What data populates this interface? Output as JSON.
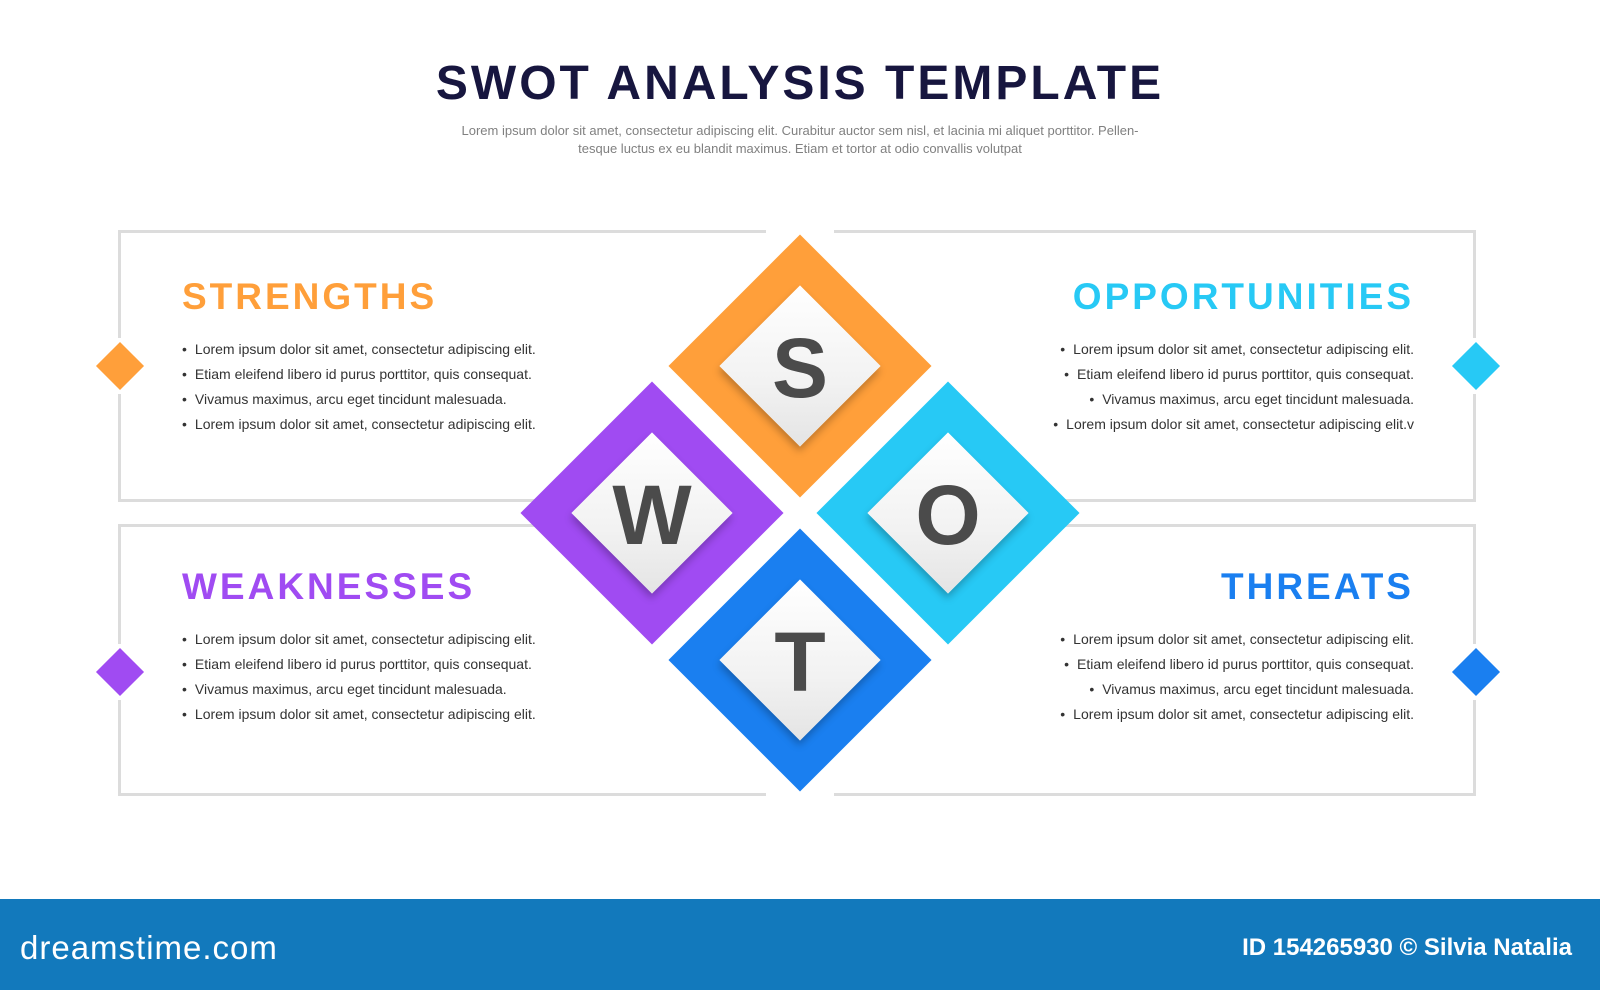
{
  "title": "SWOT ANALYSIS TEMPLATE",
  "subtitle": {
    "line1": "Lorem ipsum dolor sit amet, consectetur adipiscing elit. Curabitur auctor sem nisl, et lacinia mi aliquet porttitor. Pellen-",
    "line2": "tesque luctus ex eu blandit maximus. Etiam et tortor at odio convallis volutpat"
  },
  "colors": {
    "strengths": "#ff9f3a",
    "weaknesses": "#a04bf2",
    "opportunities": "#27c9f5",
    "threats": "#1a7ff0",
    "title": "#17163f",
    "footer": "#1279bc"
  },
  "sections": {
    "strengths": {
      "title": "STRENGTHS",
      "letter": "S",
      "items": [
        "Lorem ipsum dolor sit amet, consectetur adipiscing elit.",
        "Etiam eleifend libero id purus porttitor, quis consequat.",
        "Vivamus maximus, arcu eget tincidunt malesuada.",
        "Lorem ipsum dolor sit amet, consectetur adipiscing elit."
      ]
    },
    "weaknesses": {
      "title": "WEAKNESSES",
      "letter": "W",
      "items": [
        "Lorem ipsum dolor sit amet, consectetur adipiscing elit.",
        "Etiam eleifend libero id purus porttitor, quis consequat.",
        "Vivamus maximus, arcu eget tincidunt malesuada.",
        "Lorem ipsum dolor sit amet, consectetur adipiscing elit."
      ]
    },
    "opportunities": {
      "title": "OPPORTUNITIES",
      "letter": "O",
      "items": [
        "Lorem ipsum dolor sit amet, consectetur adipiscing elit.",
        "Etiam eleifend libero id purus porttitor, quis consequat.",
        "Vivamus maximus, arcu eget tincidunt malesuada.",
        "Lorem ipsum dolor sit amet, consectetur adipiscing elit.v"
      ]
    },
    "threats": {
      "title": "THREATS",
      "letter": "T",
      "items": [
        "Lorem ipsum dolor sit amet, consectetur adipiscing elit.",
        "Etiam eleifend libero id purus porttitor, quis consequat.",
        "Vivamus maximus, arcu eget tincidunt malesuada.",
        "Lorem ipsum dolor sit amet, consectetur adipiscing elit."
      ]
    }
  },
  "footer": {
    "logo": "dreamstime.com",
    "credit": "ID 154265930 © Silvia Natalia"
  }
}
